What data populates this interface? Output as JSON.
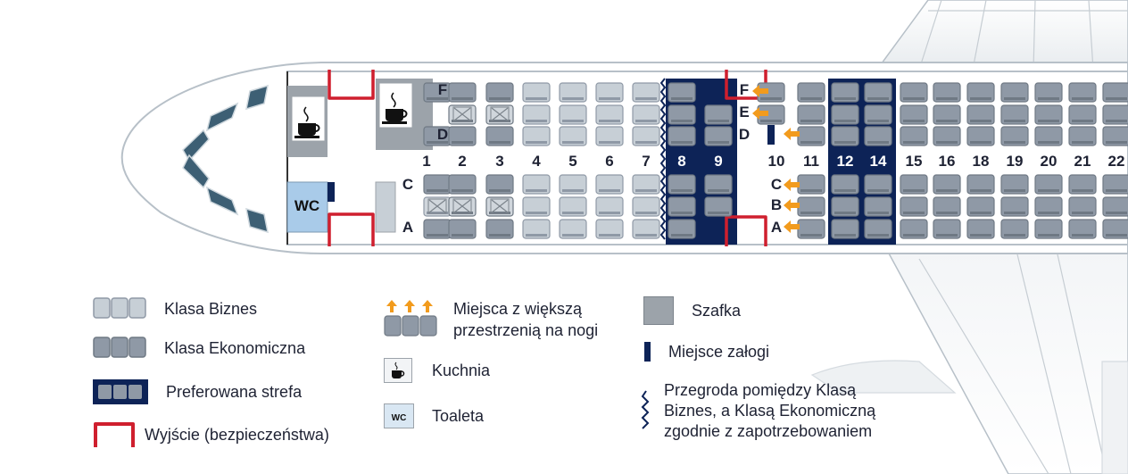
{
  "colors": {
    "economy_seat": "#8f99a6",
    "business_seat": "#c7cfd6",
    "preferred_zone": "#0d2357",
    "exit": "#cf1f2e",
    "legroom_arrow": "#f29b1d",
    "fuselage_outline": "#b7c0c8",
    "cockpit_window": "#3d5f74",
    "crew_seat": "#0d2357"
  },
  "icons": {
    "galley": "coffee-cup-icon",
    "toilet": "wc-icon",
    "exit": "exit-door-icon",
    "legroom": "arrow-icon",
    "partition": "zigzag-icon"
  },
  "cabin": {
    "rows": [
      "1",
      "2",
      "3",
      "4",
      "5",
      "6",
      "7",
      "8",
      "9",
      "10",
      "11",
      "12",
      "14",
      "15",
      "16",
      "18",
      "19",
      "20",
      "21",
      "22"
    ],
    "seat_letters_front": [
      "F",
      "D",
      "C",
      "A"
    ],
    "seat_letters_mid": [
      "F",
      "E",
      "D",
      "C",
      "B",
      "A"
    ],
    "toilet_label": "WC"
  },
  "legend": {
    "business": "Klasa Biznes",
    "economy": "Klasa Ekonomiczna",
    "preferred": "Preferowana strefa",
    "exit": "Wyjście (bezpieczeństwa)",
    "legroom": "Miejsca z większą\nprzestrzenią na nogi",
    "galley": "Kuchnia",
    "toilet": "Toaleta",
    "toilet_icon_label": "WC",
    "storage": "Szafka",
    "crew": "Miejsce załogi",
    "partition": "Przegroda pomiędzy Klasą\nBiznes, a Klasą Ekonomiczną\nzgodnie z zapotrzebowaniem"
  }
}
